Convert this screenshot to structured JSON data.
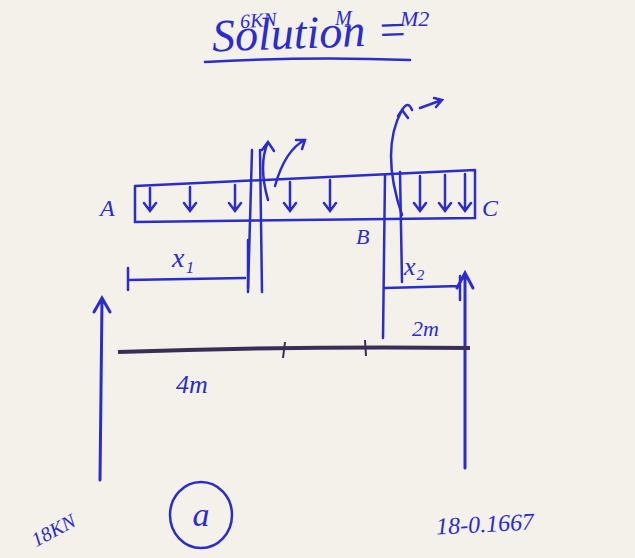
{
  "diagram": {
    "title": "Solution =",
    "nodes": [
      {
        "text": [
          "a"
        ]
      }
    ],
    "labels": [
      "6KN",
      "M",
      "M2",
      "A",
      "C",
      "B",
      "x₁",
      "x₂",
      "4m",
      "2m",
      "18KN",
      "18-0.1667"
    ]
  }
}
